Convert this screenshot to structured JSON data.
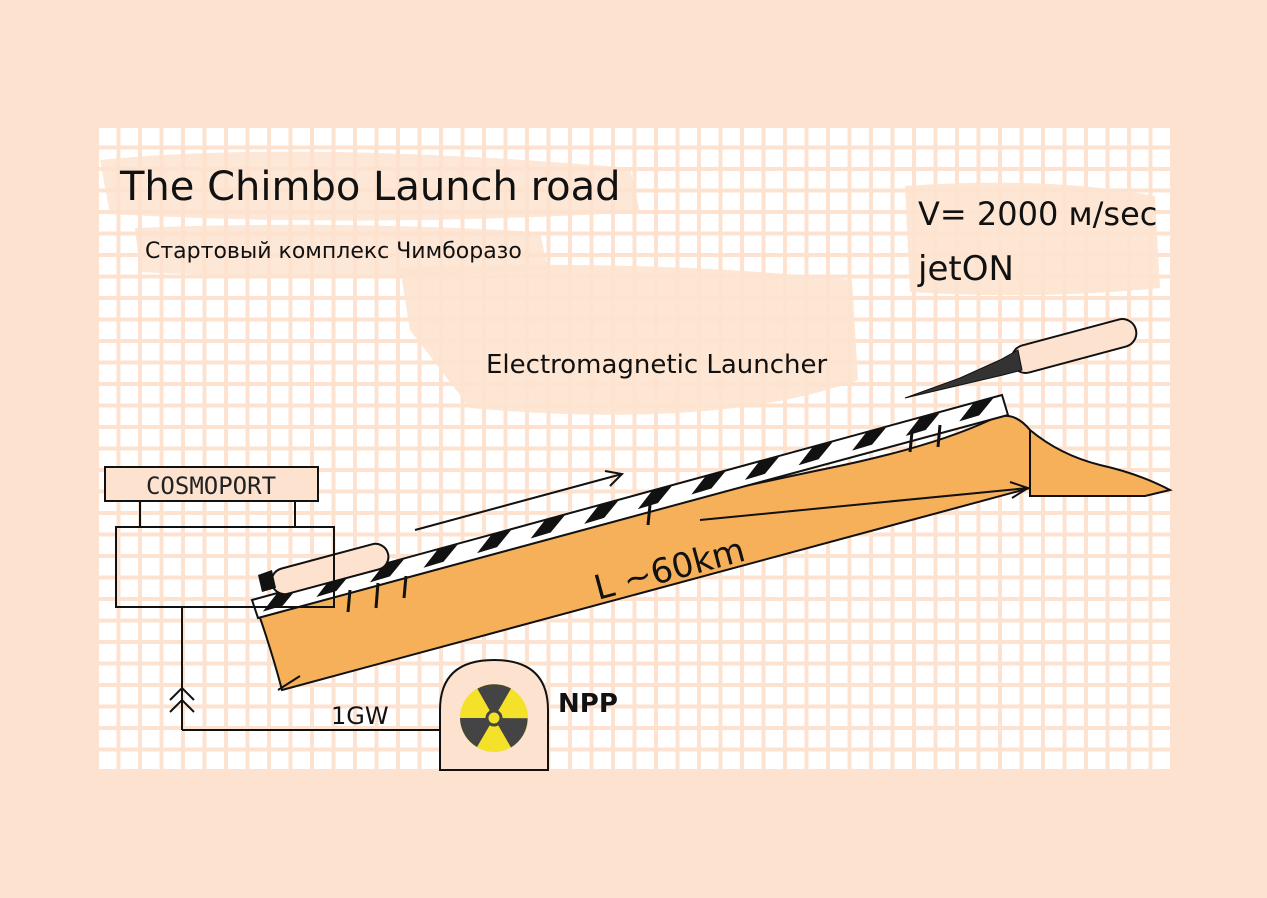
{
  "title": "The Chimbo Launch road",
  "subtitle_ru": "Стартовый комплекс Чимборазо",
  "speed_label": "V= 2000 м/sec",
  "vehicle_label": "jetON",
  "launcher_label": "Electromagnetic Launcher",
  "length_label": "L ~60km",
  "cosmoport_label": "COSMOPORT",
  "power_label": "1GW",
  "plant_label": "NPP",
  "colors": {
    "background": "#fde3cf",
    "paper": "#ffffff",
    "ground": "#f6b05a",
    "ink": "#111111",
    "radiation_yellow": "#f3e12a"
  }
}
